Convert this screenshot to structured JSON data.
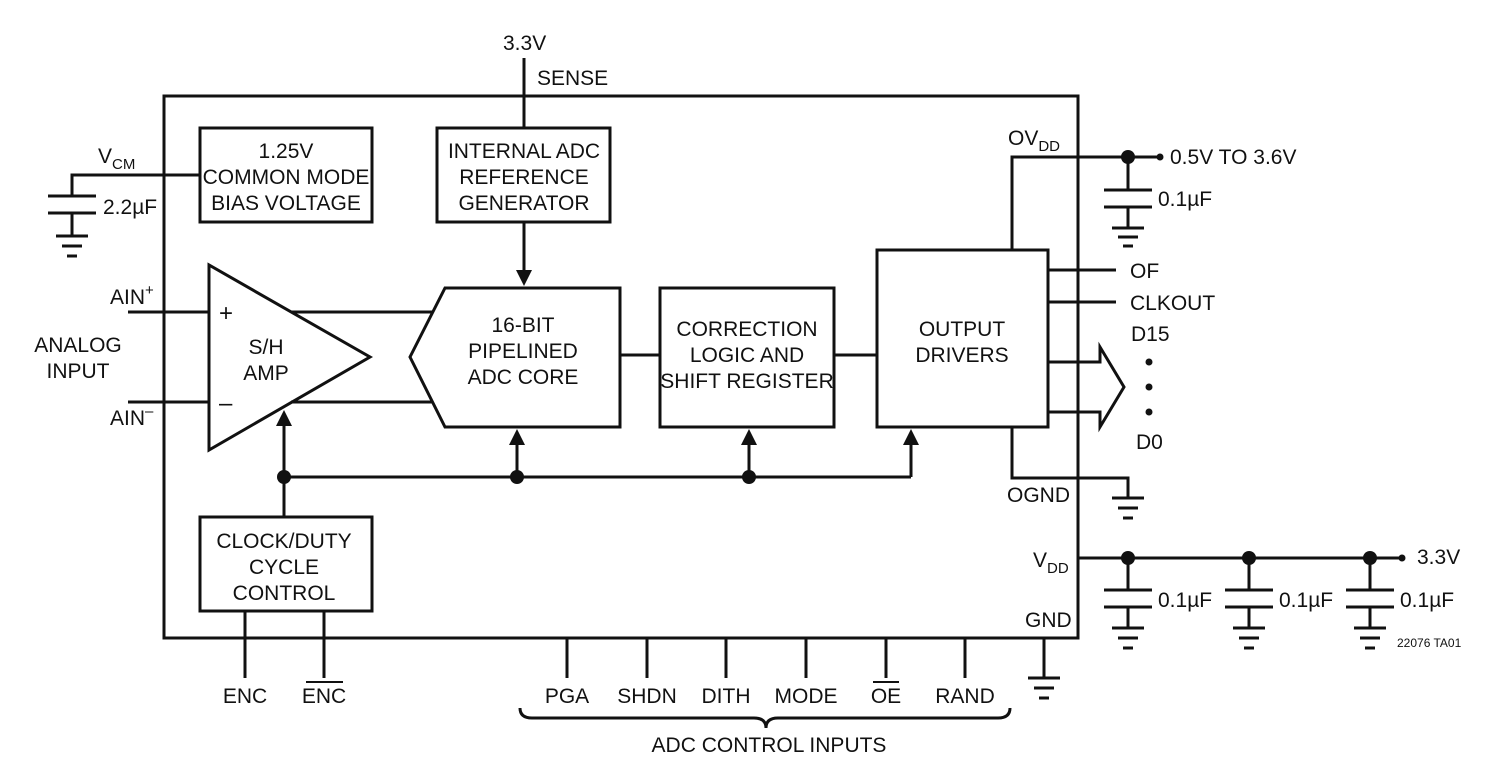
{
  "supply": {
    "top_voltage": "3.3V",
    "sense": "SENSE",
    "ovdd_main": "OV",
    "ovdd_sub": "DD",
    "ovdd_range": "0.5V TO 3.6V",
    "ovdd_cap": "0.1µF",
    "vdd_main": "V",
    "vdd_sub": "DD",
    "vdd_voltage": "3.3V",
    "vdd_caps": [
      "0.1µF",
      "0.1µF",
      "0.1µF"
    ],
    "gnd": "GND",
    "ognd": "OGND"
  },
  "vcm": {
    "main": "V",
    "sub": "CM",
    "cap": "2.2µF"
  },
  "blocks": {
    "bias": [
      "1.25V",
      "COMMON MODE",
      "BIAS VOLTAGE"
    ],
    "reference": [
      "INTERNAL ADC",
      "REFERENCE",
      "GENERATOR"
    ],
    "sh_amp": [
      "S/H",
      "AMP"
    ],
    "adc_core": [
      "16-BIT",
      "PIPELINED",
      "ADC CORE"
    ],
    "correction": [
      "CORRECTION",
      "LOGIC AND",
      "SHIFT REGISTER"
    ],
    "output": [
      "OUTPUT",
      "DRIVERS"
    ],
    "clock": [
      "CLOCK/DUTY",
      "CYCLE",
      "CONTROL"
    ]
  },
  "inputs": {
    "ain_plus": "AIN",
    "ain_plus_sup": "+",
    "ain_minus": "AIN",
    "ain_minus_sup": "–",
    "analog_input": [
      "ANALOG",
      "INPUT"
    ],
    "plus_sign": "+",
    "minus_sign": "–"
  },
  "outputs": {
    "of": "OF",
    "clkout": "CLKOUT",
    "d15": "D15",
    "d0": "D0"
  },
  "clock_pins": {
    "enc": "ENC",
    "enc_bar": "ENC"
  },
  "control_pins": [
    "PGA",
    "SHDN",
    "DITH",
    "MODE",
    "OE",
    "RAND"
  ],
  "control_group_label": "ADC CONTROL INPUTS",
  "figure_id": "22076 TA01"
}
